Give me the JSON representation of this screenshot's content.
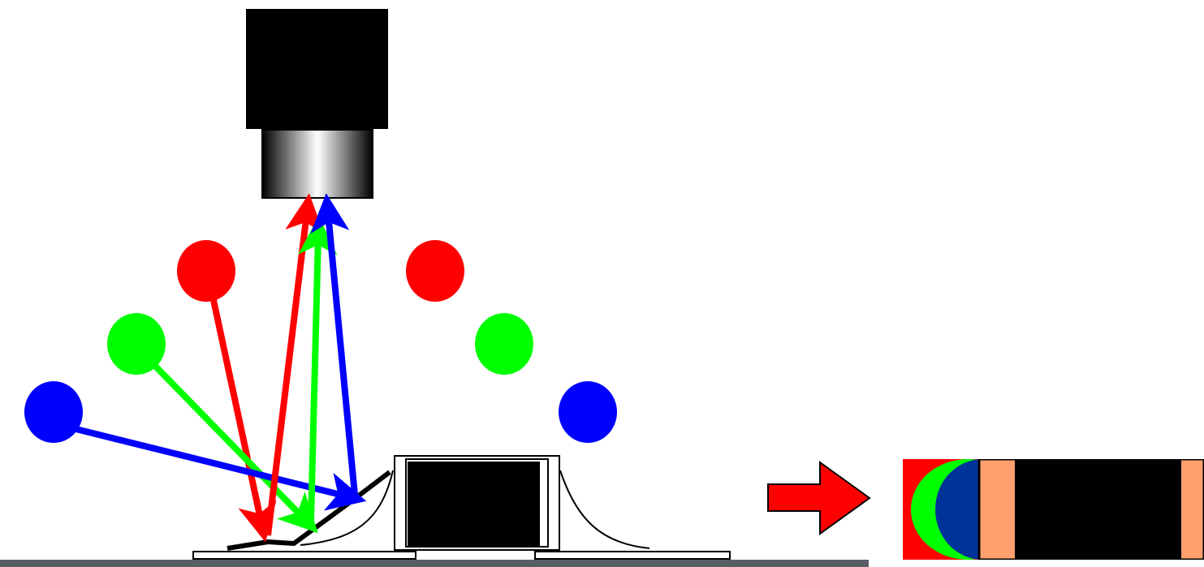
{
  "diagram": {
    "colors": {
      "red": "#ff0000",
      "green": "#00ff00",
      "blue": "#0000ff",
      "black": "#000000",
      "white": "#ffffff",
      "board": "#595d66",
      "pad": "#ffa06e",
      "dark_blue": "#003399"
    },
    "components": [
      "camera-body",
      "camera-lens",
      "led-red-left",
      "led-green-left",
      "led-blue-left",
      "led-red-right",
      "led-green-right",
      "led-blue-right",
      "chip-component",
      "solder-fillet-left",
      "solder-fillet-right",
      "pcb-board",
      "result-arrow",
      "result-top-view"
    ]
  }
}
